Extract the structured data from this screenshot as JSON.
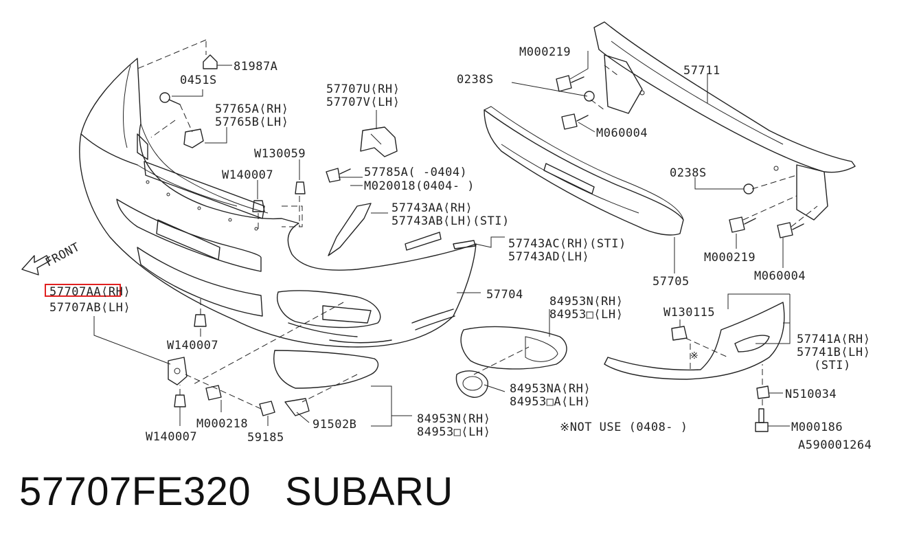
{
  "labels": {
    "p81987A": "81987A",
    "p0451S": "0451S",
    "p57765A": "57765A⟨RH⟩",
    "p57765B": "57765B⟨LH⟩",
    "p57707U": "57707U⟨RH⟩",
    "p57707V": "57707V⟨LH⟩",
    "pW130059": "W130059",
    "pW140007a": "W140007",
    "p57785A": "57785A(   -0404)",
    "pM020018": "M020018(0404-   )",
    "p57743AA": "57743AA⟨RH⟩",
    "p57743AB": "57743AB⟨LH⟩(STI)",
    "p57743AC": "57743AC⟨RH⟩(STI)",
    "p57743AD": "57743AD⟨LH⟩",
    "pM000219a": "M000219",
    "p0238Sa": "0238S",
    "p57711": "57711",
    "pM060004a": "M060004",
    "p0238Sb": "0238S",
    "pM000219b": "M000219",
    "pM060004b": "M060004",
    "p57705": "57705",
    "front": "FRONT",
    "p57707AA": "57707AA⟨RH⟩",
    "p57707AB": "57707AB⟨LH⟩",
    "p57704": "57704",
    "p84953N_top": "84953N⟨RH⟩",
    "p84953O_top": "84953□⟨LH⟩",
    "pW140007b": "W140007",
    "pW130115": "W130115",
    "p57741A": "57741A⟨RH⟩",
    "p57741B": "57741B⟨LH⟩",
    "pSTI": "(STI)",
    "p84953NA": "84953NA⟨RH⟩",
    "p84953OA": "84953□A⟨LH⟩",
    "pN510034": "N510034",
    "pM000218": "M000218",
    "p59185": "59185",
    "p91502B": "91502B",
    "p84953N_bot": "84953N⟨RH⟩",
    "p84953O_bot": "84953□⟨LH⟩",
    "notuse": "※NOT USE (0408-    )",
    "pM000186": "M000186",
    "pW140007c": "W140007",
    "diagram_id": "A590001264"
  },
  "footer": {
    "part_number": "57707FE320",
    "brand": "SUBARU"
  },
  "colors": {
    "highlight": "#e02020",
    "ink": "#222222"
  }
}
